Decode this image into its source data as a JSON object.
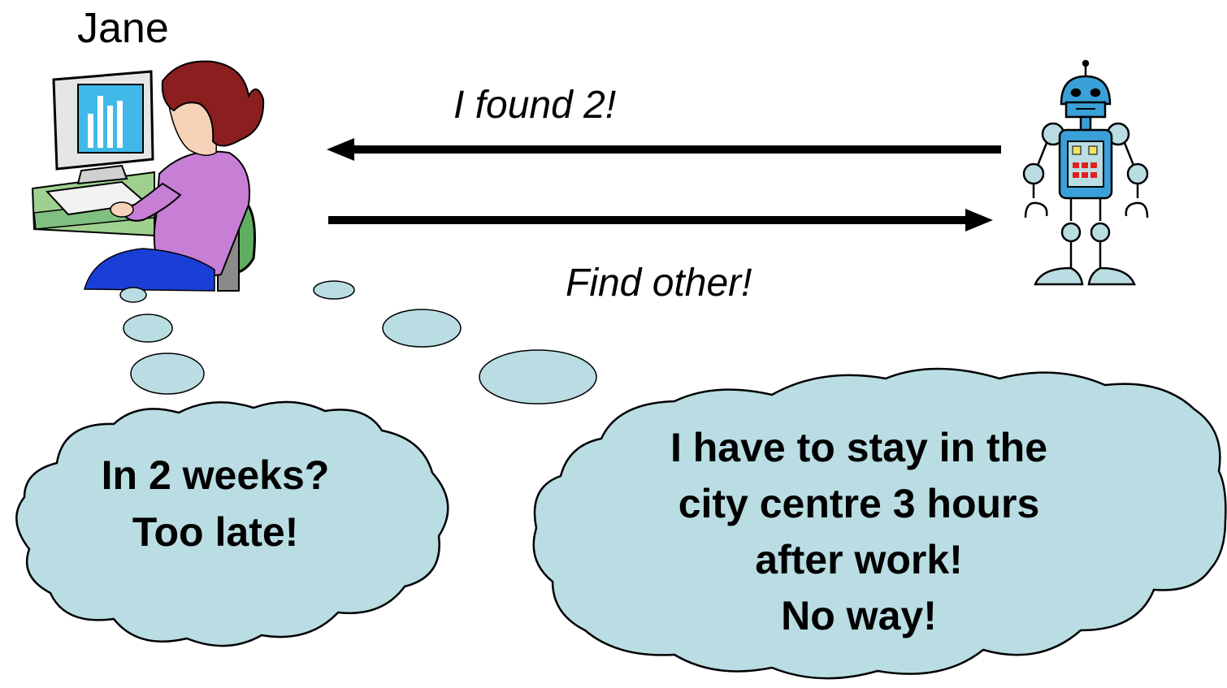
{
  "user": {
    "name": "Jane"
  },
  "messages": {
    "incoming": "I found 2!",
    "outgoing": "Find other!"
  },
  "thoughts": {
    "left": [
      "In 2 weeks?",
      "Too late!"
    ],
    "right": [
      "I have to stay in the",
      "city centre 3 hours",
      "after work!",
      "No way!"
    ]
  },
  "colors": {
    "cloud_fill": "#b9dde3",
    "robot_blue": "#3aa0d8",
    "shirt": "#c77fd6",
    "hair": "#8b1e1e",
    "chair": "#5fae5f"
  },
  "icons": {
    "user": "woman-at-computer-icon",
    "agent": "robot-icon"
  }
}
